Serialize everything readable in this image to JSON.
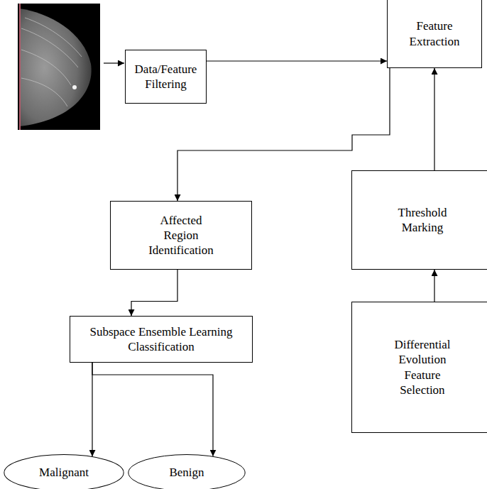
{
  "diagram": {
    "nodes": [
      {
        "text": [
          "Data/Feature Filtering"
        ]
      },
      {
        "text": [
          "Feature Extraction"
        ]
      },
      {
        "text": [
          "Affected Region Identification"
        ]
      },
      {
        "text": [
          "Threshold Marking"
        ]
      },
      {
        "text": [
          "Subspace Ensemble Learning Classification"
        ]
      },
      {
        "text": [
          "Differential Evolution Feature Selection"
        ]
      },
      {
        "text": [
          "Malignant"
        ]
      },
      {
        "text": [
          "Benign"
        ]
      }
    ],
    "edges": [
      {
        "from": 0,
        "to": 1,
        "arrow": "to"
      },
      {
        "from": 1,
        "to": 2,
        "arrow": "to"
      },
      {
        "from": 3,
        "to": 1,
        "arrow": "to"
      },
      {
        "from": 5,
        "to": 3,
        "arrow": "to"
      },
      {
        "from": 2,
        "to": 4,
        "arrow": "to"
      },
      {
        "from": 4,
        "to": 6,
        "arrow": "to"
      },
      {
        "from": 4,
        "to": 7,
        "arrow": "to"
      }
    ]
  }
}
